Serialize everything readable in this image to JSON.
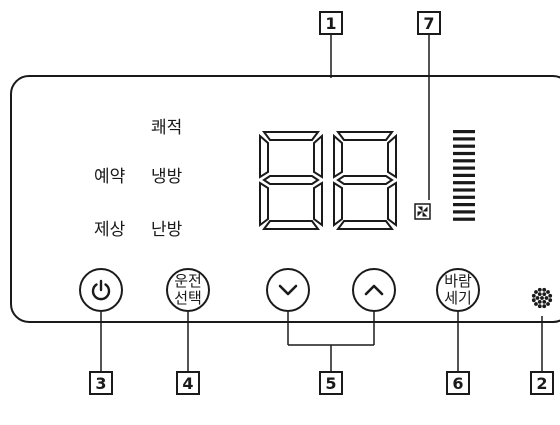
{
  "mode_labels": {
    "comfort": "쾌적",
    "cooling": "냉방",
    "heating": "난방",
    "reservation": "예약",
    "dehumidify": "제상"
  },
  "buttons": {
    "power": {
      "icon": "power-icon"
    },
    "mode_select_line1": "운전",
    "mode_select_line2": "선택",
    "down": {
      "icon": "chevron-down-icon"
    },
    "up": {
      "icon": "chevron-up-icon"
    },
    "fan_speed_line1": "바람",
    "fan_speed_line2": "세기"
  },
  "display": {
    "digits": "88",
    "fan_icon": "fan-icon",
    "level_bars": 13
  },
  "indicator": {
    "icon": "led-indicator-icon"
  },
  "callouts": {
    "display": "1",
    "indicator": "2",
    "power": "3",
    "mode": "4",
    "temp": "5",
    "fan_speed": "6",
    "fan_icon": "7"
  }
}
